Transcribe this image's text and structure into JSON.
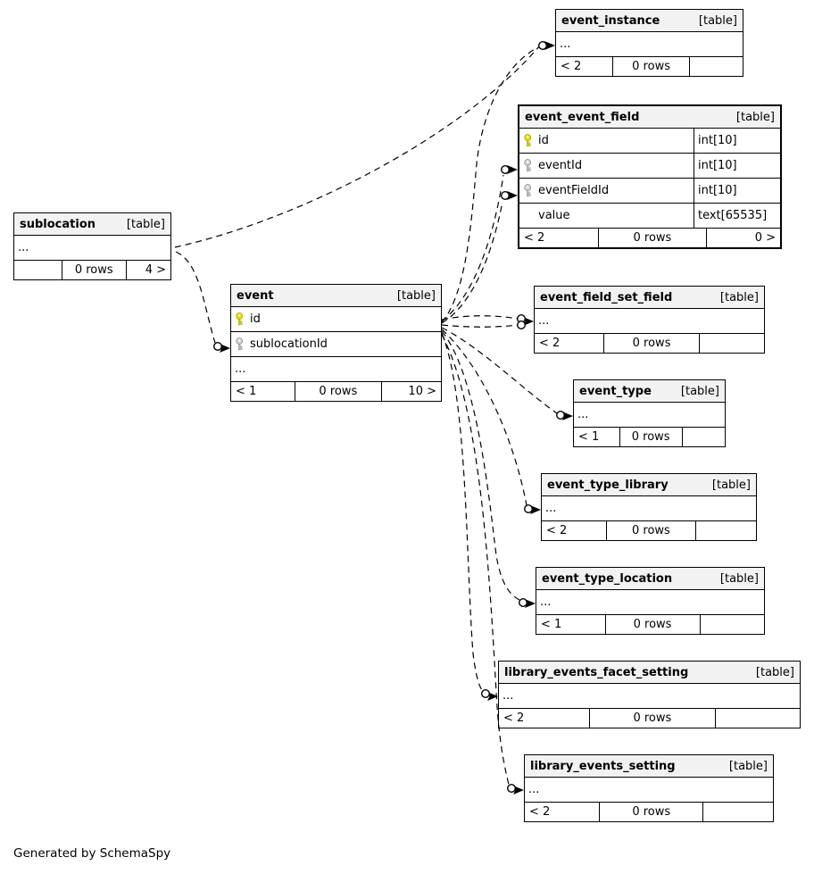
{
  "page": {
    "footer_note": "Generated by SchemaSpy"
  },
  "colors": {
    "primary_key": "#e8e000",
    "primary_key_outline": "#a6a400",
    "foreign_key": "#d2d2d2",
    "foreign_key_outline": "#8f8f8f",
    "header_bg": "#f2f2f2",
    "border": "#000000"
  },
  "tables": [
    {
      "id": "event_instance",
      "name": "event_instance",
      "tag": "[table]",
      "emphasized": false,
      "columns": [
        {
          "name": "...",
          "key": null,
          "type": null
        }
      ],
      "footer": {
        "left": "< 2",
        "center": "0 rows",
        "right": ""
      }
    },
    {
      "id": "event_event_field",
      "name": "event_event_field",
      "tag": "[table]",
      "emphasized": true,
      "columns": [
        {
          "name": "id",
          "key": "pk",
          "type": "int[10]"
        },
        {
          "name": "eventId",
          "key": "fk",
          "type": "int[10]"
        },
        {
          "name": "eventFieldId",
          "key": "fk",
          "type": "int[10]"
        },
        {
          "name": "value",
          "key": null,
          "type": "text[65535]"
        }
      ],
      "footer": {
        "left": "< 2",
        "center": "0 rows",
        "right": "0 >"
      }
    },
    {
      "id": "sublocation",
      "name": "sublocation",
      "tag": "[table]",
      "emphasized": false,
      "columns": [
        {
          "name": "...",
          "key": null,
          "type": null
        }
      ],
      "footer": {
        "left": "",
        "center": "0 rows",
        "right": "4 >"
      }
    },
    {
      "id": "event",
      "name": "event",
      "tag": "[table]",
      "emphasized": false,
      "columns": [
        {
          "name": "id",
          "key": "pk",
          "type": null
        },
        {
          "name": "sublocationId",
          "key": "fk",
          "type": null
        },
        {
          "name": "...",
          "key": null,
          "type": null
        }
      ],
      "footer": {
        "left": "< 1",
        "center": "0 rows",
        "right": "10 >"
      }
    },
    {
      "id": "event_field_set_field",
      "name": "event_field_set_field",
      "tag": "[table]",
      "emphasized": false,
      "columns": [
        {
          "name": "...",
          "key": null,
          "type": null
        }
      ],
      "footer": {
        "left": "< 2",
        "center": "0 rows",
        "right": ""
      }
    },
    {
      "id": "event_type",
      "name": "event_type",
      "tag": "[table]",
      "emphasized": false,
      "columns": [
        {
          "name": "...",
          "key": null,
          "type": null
        }
      ],
      "footer": {
        "left": "< 1",
        "center": "0 rows",
        "right": ""
      }
    },
    {
      "id": "event_type_library",
      "name": "event_type_library",
      "tag": "[table]",
      "emphasized": false,
      "columns": [
        {
          "name": "...",
          "key": null,
          "type": null
        }
      ],
      "footer": {
        "left": "< 2",
        "center": "0 rows",
        "right": ""
      }
    },
    {
      "id": "event_type_location",
      "name": "event_type_location",
      "tag": "[table]",
      "emphasized": false,
      "columns": [
        {
          "name": "...",
          "key": null,
          "type": null
        }
      ],
      "footer": {
        "left": "< 1",
        "center": "0 rows",
        "right": ""
      }
    },
    {
      "id": "library_events_facet_setting",
      "name": "library_events_facet_setting",
      "tag": "[table]",
      "emphasized": false,
      "columns": [
        {
          "name": "...",
          "key": null,
          "type": null
        }
      ],
      "footer": {
        "left": "< 2",
        "center": "0 rows",
        "right": ""
      }
    },
    {
      "id": "library_events_setting",
      "name": "library_events_setting",
      "tag": "[table]",
      "emphasized": false,
      "columns": [
        {
          "name": "...",
          "key": null,
          "type": null
        }
      ],
      "footer": {
        "left": "< 2",
        "center": "0 rows",
        "right": ""
      }
    }
  ],
  "relationships": [
    {
      "from": "sublocation",
      "to": "event_instance"
    },
    {
      "from": "sublocation",
      "to": "event.sublocationId"
    },
    {
      "from": "event",
      "to": "event_instance"
    },
    {
      "from": "event",
      "to": "event_event_field.eventId"
    },
    {
      "from": "event",
      "to": "event_event_field.eventFieldId"
    },
    {
      "from": "event",
      "to": "event_field_set_field"
    },
    {
      "from": "event",
      "to": "event_field_set_field"
    },
    {
      "from": "event",
      "to": "event_type"
    },
    {
      "from": "event",
      "to": "event_type_library"
    },
    {
      "from": "event",
      "to": "event_type_location"
    },
    {
      "from": "event",
      "to": "library_events_facet_setting"
    },
    {
      "from": "event",
      "to": "library_events_setting"
    }
  ]
}
